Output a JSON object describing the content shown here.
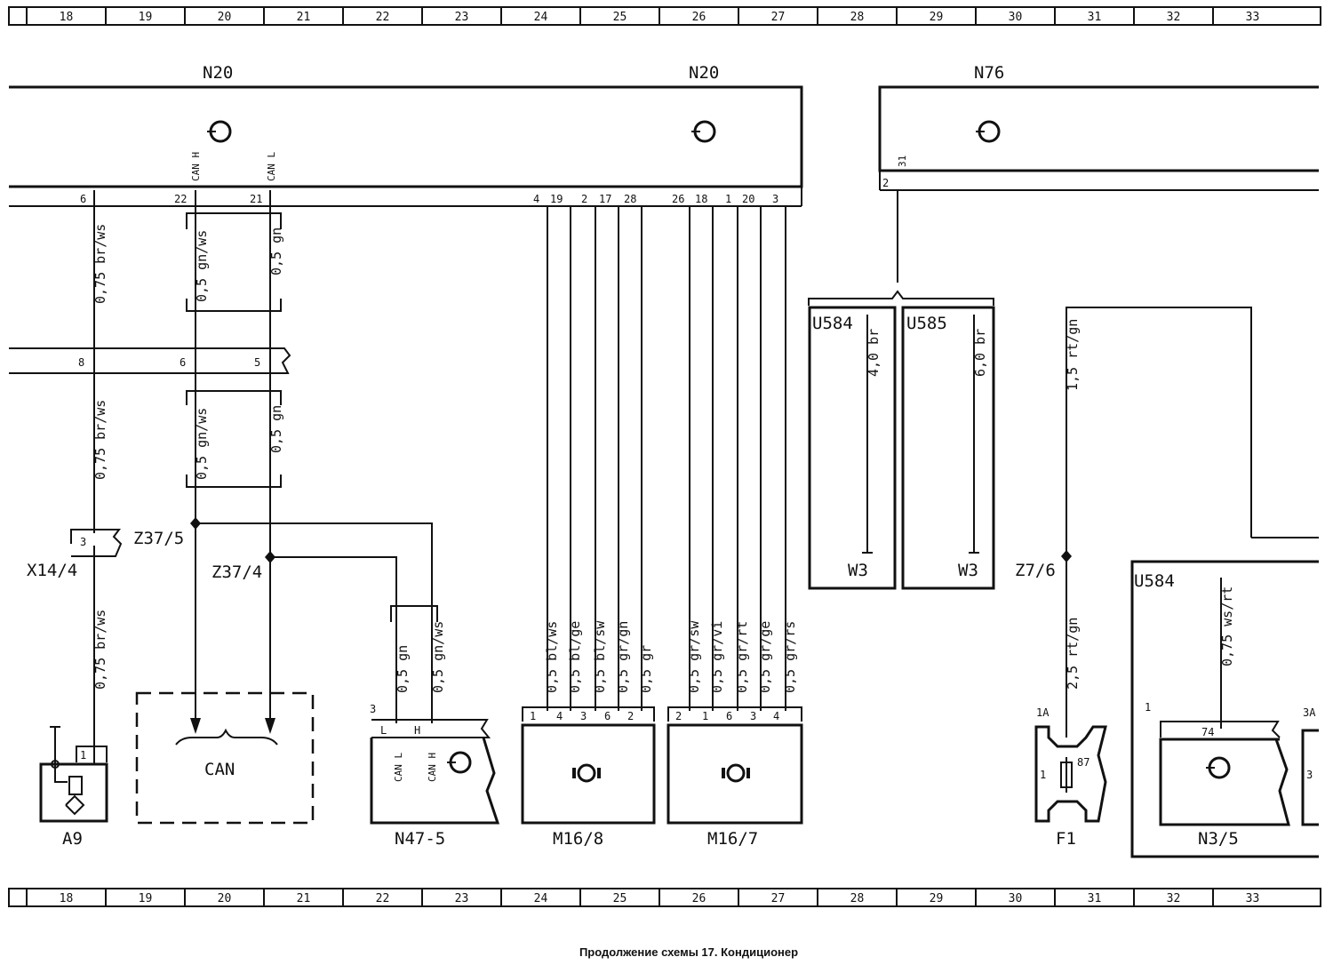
{
  "ruler": [
    "18",
    "19",
    "20",
    "21",
    "22",
    "23",
    "24",
    "25",
    "26",
    "27",
    "28",
    "29",
    "30",
    "31",
    "32",
    "33"
  ],
  "components": {
    "n20_left": "N20",
    "n20_right": "N20",
    "n76": "N76",
    "u584_top": "U584",
    "u585": "U585",
    "w3": "W3",
    "x14_4": "X14/4",
    "z37_5": "Z37/5",
    "z37_4": "Z37/4",
    "z7_6": "Z7/6",
    "a9": "A9",
    "can": "CAN",
    "n47_5": "N47-5",
    "m16_8": "M16/8",
    "m16_7": "M16/7",
    "f1": "F1",
    "u584_bottom": "U584",
    "n3_5": "N3/5"
  },
  "signals": {
    "can_h": "CAN H",
    "can_l": "CAN L",
    "l": "L",
    "h": "H"
  },
  "pins": {
    "n20": [
      "6",
      "22",
      "21",
      "4",
      "19",
      "2",
      "17",
      "28",
      "26",
      "18",
      "1",
      "20",
      "3"
    ],
    "n76_inner": "31",
    "n76": "2",
    "sep": [
      "8",
      "6",
      "5"
    ],
    "x14": "3",
    "a9": "1",
    "n47": "3",
    "m16_8": [
      "1",
      "4",
      "3",
      "6",
      "2"
    ],
    "m16_7": [
      "2",
      "1",
      "6",
      "3",
      "4"
    ],
    "f1": [
      "1A",
      "1",
      "87"
    ],
    "n3_5": [
      "1",
      "74"
    ],
    "edge": [
      "3A",
      "3"
    ]
  },
  "wires": {
    "w1": "0,75 br/ws",
    "w2": "0,5 gn/ws",
    "w3": "0,5 gn",
    "w4": "0,75 br/ws",
    "w5": "0,5 gn/ws",
    "w6": "0,5 gn",
    "w7": "0,75 br/ws",
    "n47_gn": "0,5 gn",
    "n47_gnws": "0,5 gn/ws",
    "m8": [
      "0,5 bl/ws",
      "0,5 bl/ge",
      "0,5 bl/sw",
      "0,5 gr/gn",
      "0,5 gr"
    ],
    "m7": [
      "0,5 gr/sw",
      "0,5 gr/vi",
      "0,5 gr/rt",
      "0,5 gr/ge",
      "0,5 gr/rs"
    ],
    "u584_w": "4,0 br",
    "u585_w": "6,0 br",
    "rtgn1": "1,5 rt/gn",
    "rtgn2": "2,5 rt/gn",
    "wsrt": "0,75 ws/rt"
  },
  "caption": "Продолжение схемы 17. Кондиционер"
}
